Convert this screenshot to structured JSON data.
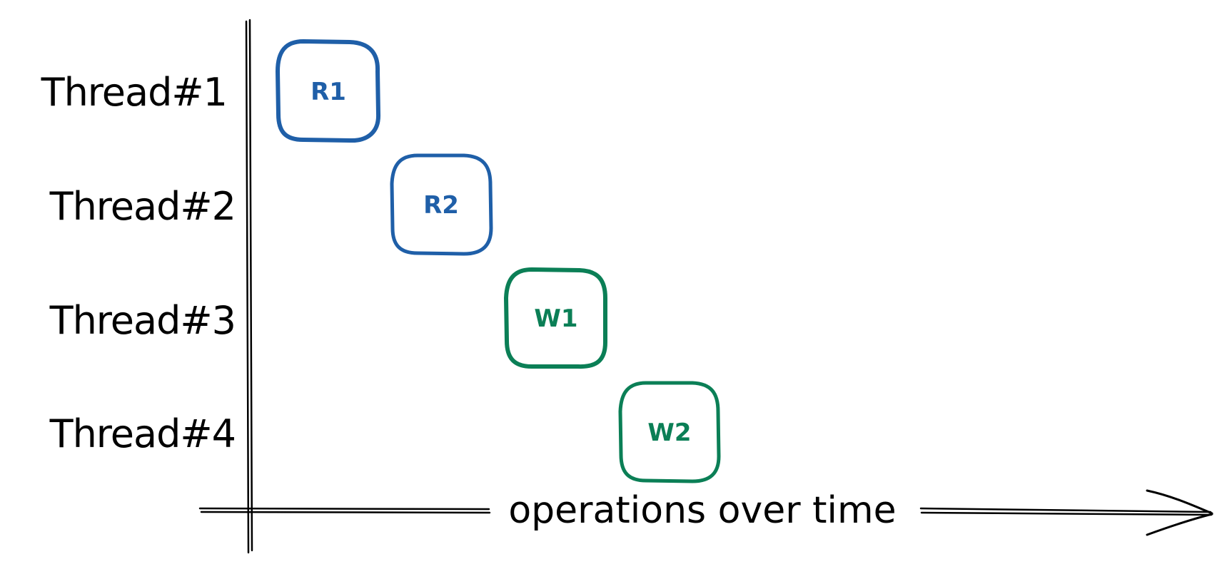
{
  "threads": [
    {
      "label": "Thread#1"
    },
    {
      "label": "Thread#2"
    },
    {
      "label": "Thread#3"
    },
    {
      "label": "Thread#4"
    }
  ],
  "operations": [
    {
      "label": "R1",
      "thread": 1,
      "step": 1,
      "kind": "read",
      "color": "#1f5fa8"
    },
    {
      "label": "R2",
      "thread": 2,
      "step": 2,
      "kind": "read",
      "color": "#1f5fa8"
    },
    {
      "label": "W1",
      "thread": 3,
      "step": 3,
      "kind": "write",
      "color": "#0b7f56"
    },
    {
      "label": "W2",
      "thread": 4,
      "step": 4,
      "kind": "write",
      "color": "#0b7f56"
    }
  ],
  "axis": {
    "x_caption": "operations over time"
  },
  "colors": {
    "ink": "#000000",
    "read": "#1f5fa8",
    "write": "#0b7f56"
  }
}
